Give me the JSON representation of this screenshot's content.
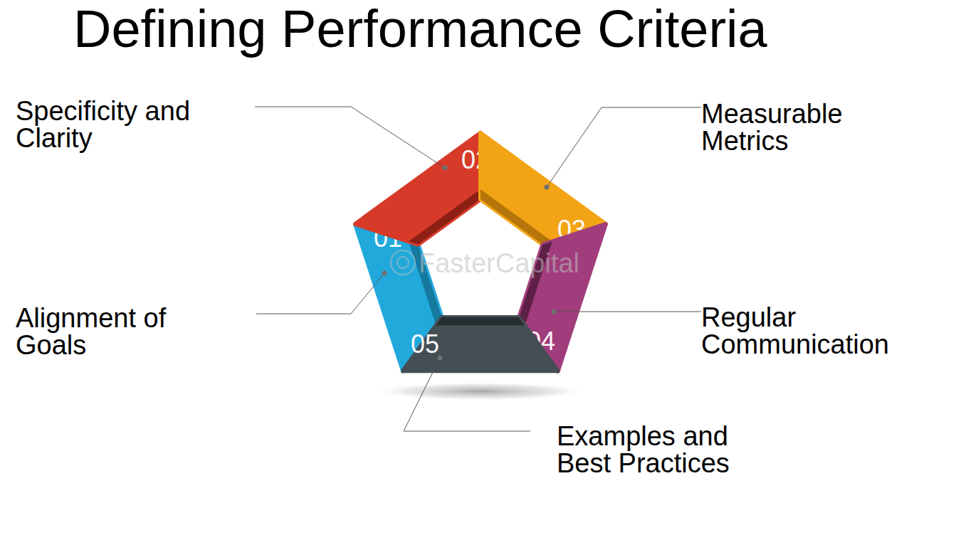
{
  "diagram": {
    "title": "Defining Performance Criteria",
    "nodes": [
      {
        "text": [
          "01"
        ]
      },
      {
        "text": [
          "02"
        ]
      },
      {
        "text": [
          "03"
        ]
      },
      {
        "text": [
          "04"
        ]
      },
      {
        "text": [
          "05"
        ]
      }
    ],
    "labels": [
      "Specificity and Clarity",
      "Measurable Metrics",
      "FasterCapital",
      "Alignment of Goals",
      "Regular Communication",
      "Examples and Best Practices"
    ]
  }
}
